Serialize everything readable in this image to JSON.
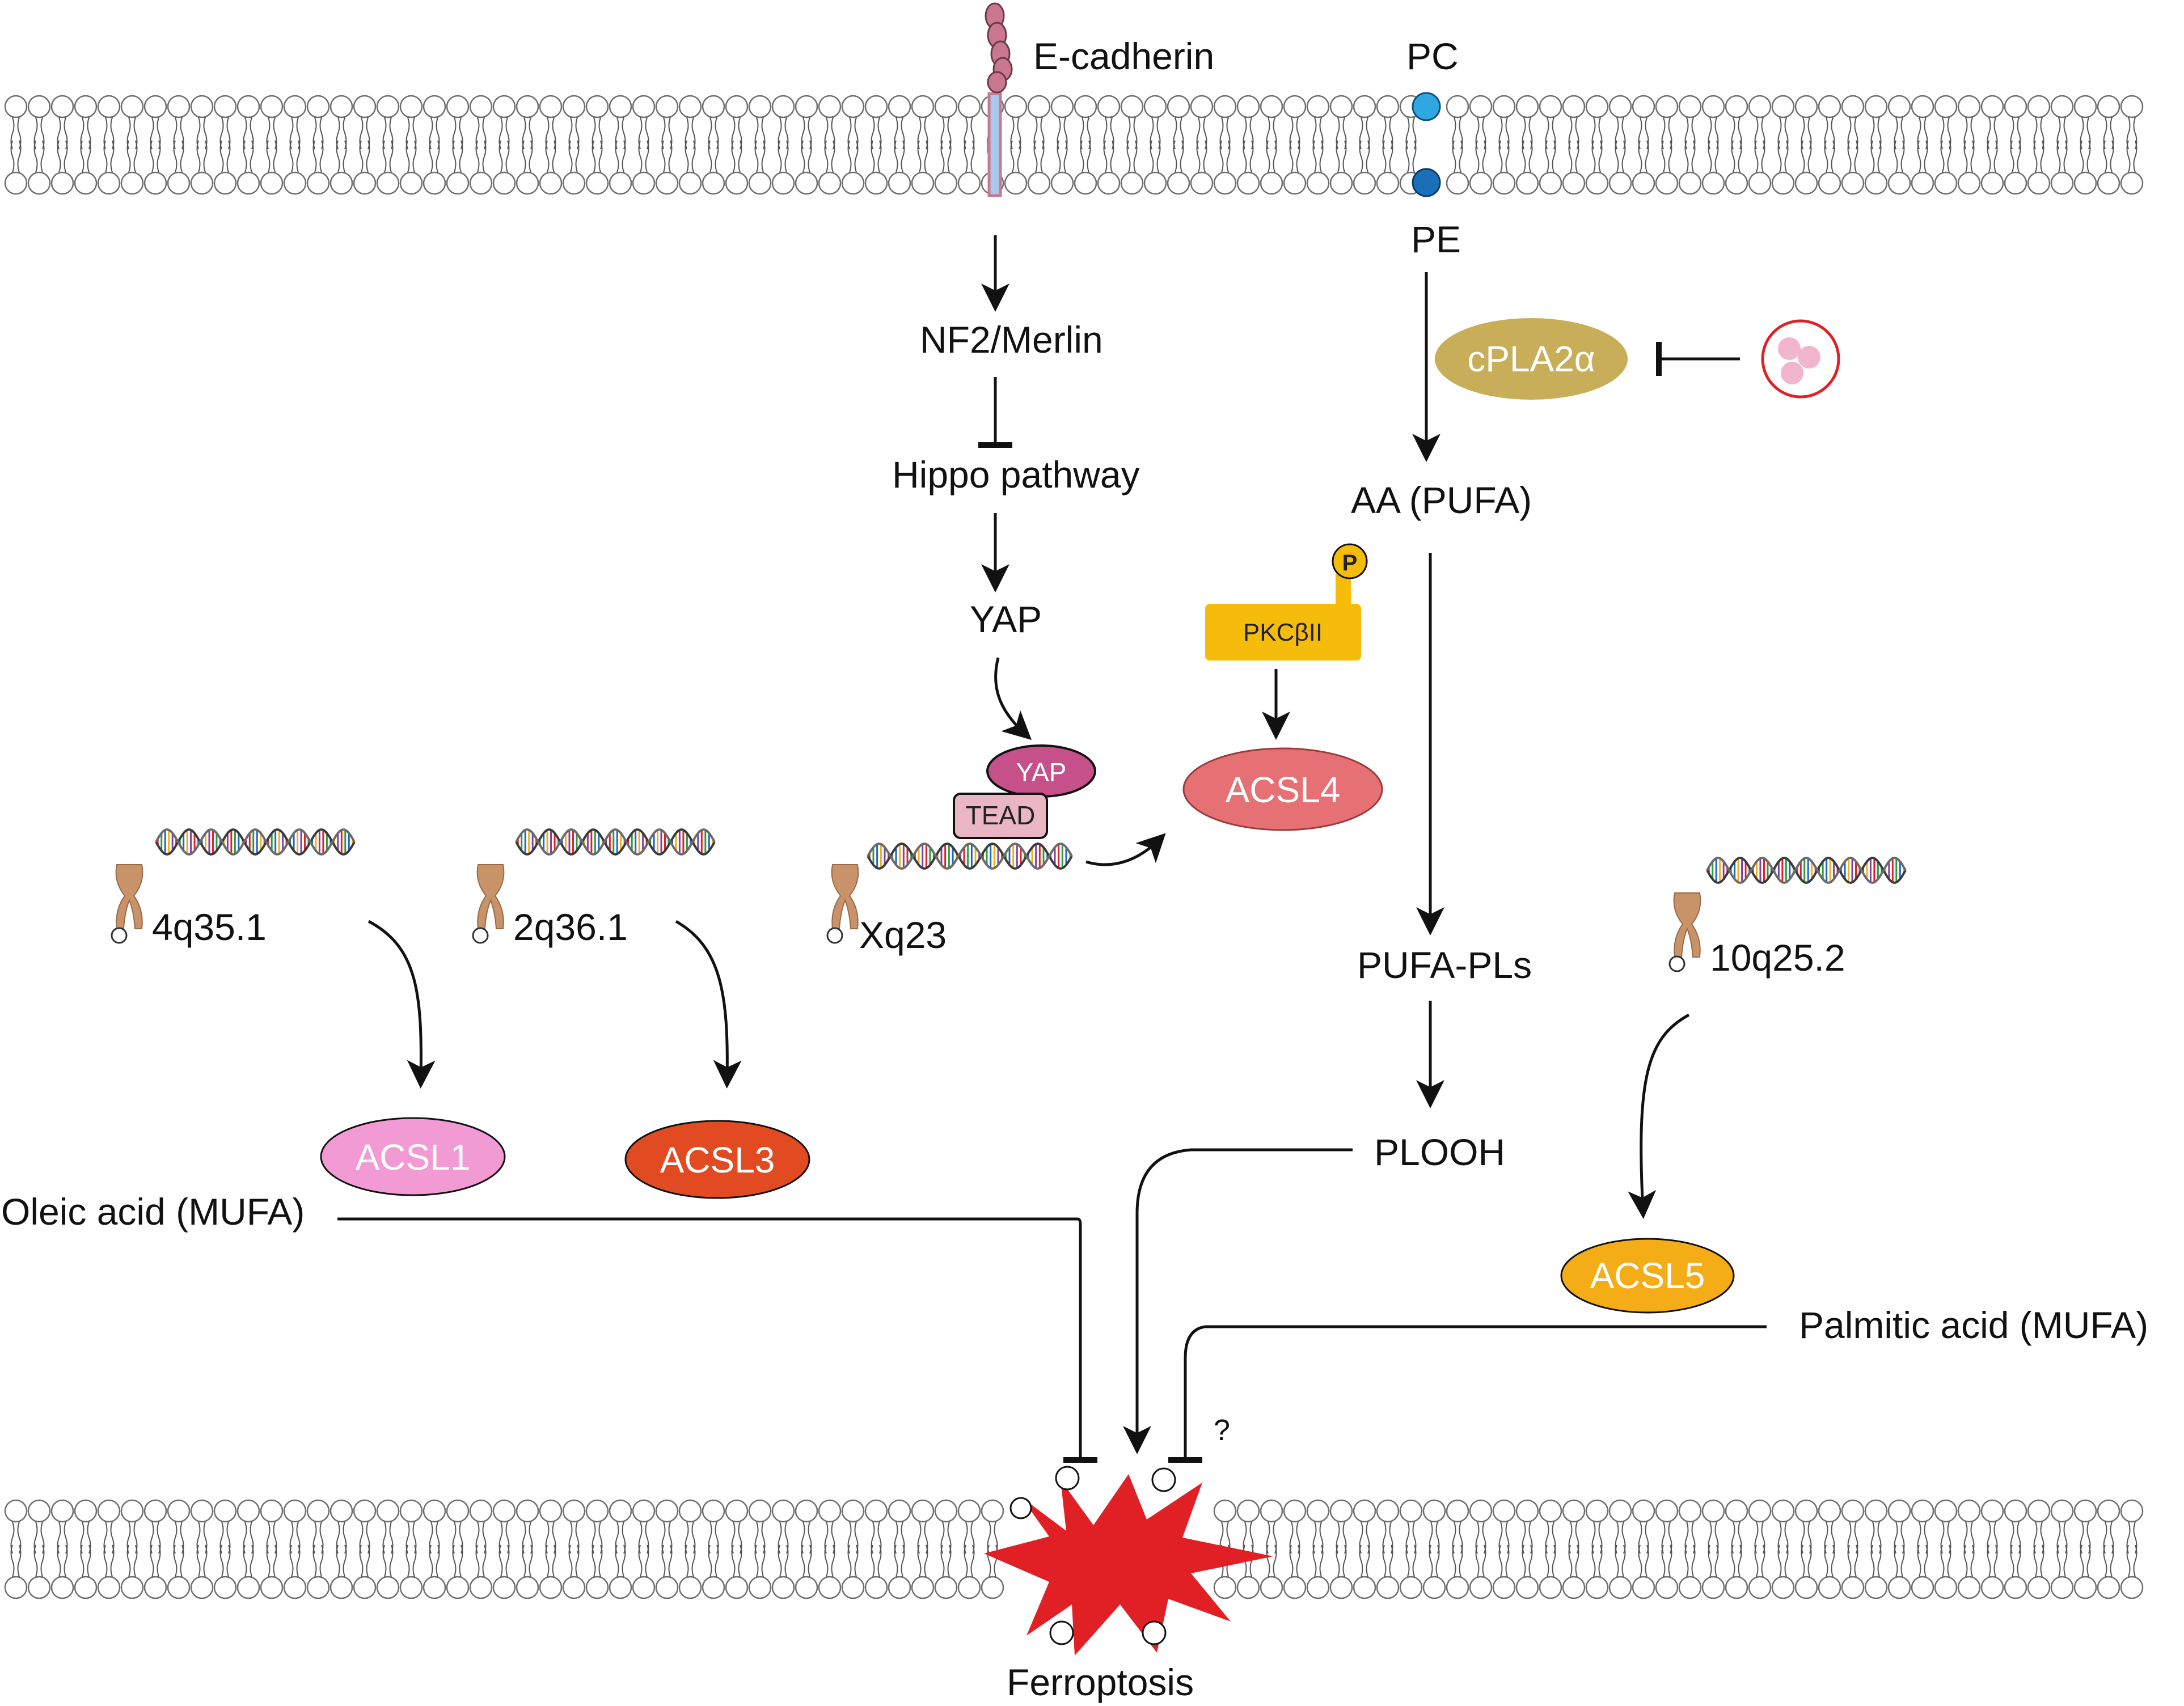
{
  "labels": {
    "ecadherin": "E-cadherin",
    "pc": "PC",
    "pe": "PE",
    "nf2": "NF2/Merlin",
    "hippo": "Hippo pathway",
    "yap": "YAP",
    "aa": "AA (PUFA)",
    "pufa_pls": "PUFA-PLs",
    "plooh": "PLOOH",
    "oleic": "Oleic acid (MUFA)",
    "palmitic": "Palmitic acid (MUFA)",
    "ferroptosis": "Ferroptosis",
    "question": "?"
  },
  "loci": {
    "acsl1": "4q35.1",
    "acsl3": "2q36.1",
    "acsl4": "Xq23",
    "acsl5": "10q25.2"
  },
  "proteins": {
    "cpla2a": "cPLA2α",
    "yap_box": "YAP",
    "tead": "TEAD",
    "pkc": "PKCβII",
    "p": "P",
    "acsl4": "ACSL4",
    "acsl1": "ACSL1",
    "acsl3": "ACSL3",
    "acsl5": "ACSL5"
  },
  "colors": {
    "cpla2a": "#c9ae5a",
    "yap": "#c5508a",
    "tead": "#eab6c4",
    "pkc": "#f6bc0b",
    "acsl4": "#e57174",
    "acsl1": "#f29ad3",
    "acsl3": "#e24b22",
    "acsl5": "#f4ad17",
    "burst": "#e02024",
    "inhibitor_ring": "#e02024",
    "inhibitor_fill": "#f2b6cc",
    "pc_head": "#2fa7e0",
    "pe_head": "#1a6fb8",
    "chromosome": "#c9936a",
    "cadherin": "#c9788f",
    "membrane": "#7a7a7a"
  },
  "icons": [
    "dna-helix-icon",
    "chromosome-icon",
    "phospholipid-icon",
    "explosion-icon",
    "nanoparticle-icon"
  ]
}
